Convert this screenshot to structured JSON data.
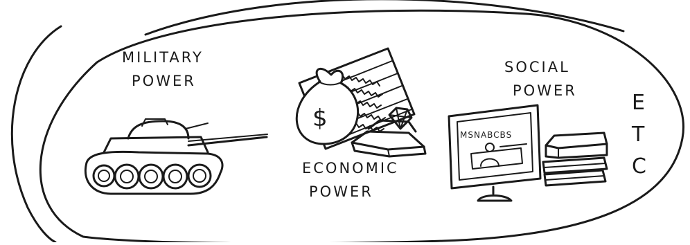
{
  "labels": {
    "military_line1": "MILITARY",
    "military_line2": "POWER",
    "economic_line1": "ECONOMIC",
    "economic_line2": "POWER",
    "social_line1": "SOCIAL",
    "social_line2": "POWER",
    "etc_letters": [
      "E",
      "T",
      "C"
    ]
  },
  "money_bag_symbol": "$",
  "tv_channel_text": "MSNABCBS",
  "icons": [
    "tank-icon",
    "money-bag-icon",
    "stock-ticker-sheet-icon",
    "gold-bars-icon",
    "diamond-icon",
    "tv-monitor-icon",
    "book-stack-icon"
  ]
}
